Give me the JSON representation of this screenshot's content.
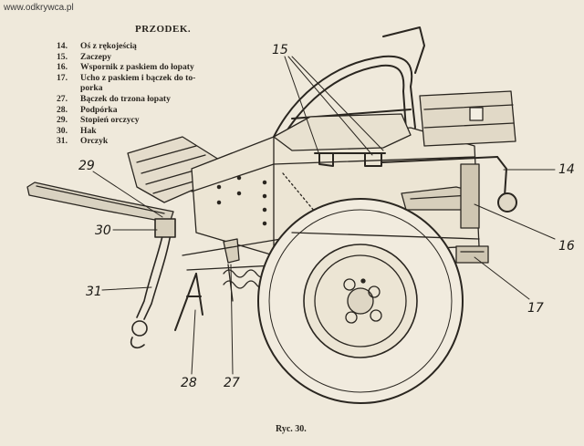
{
  "watermark": "www.odkrywca.pl",
  "heading": "PRZODEK.",
  "legend": [
    {
      "number": "14.",
      "text": "Oś z rękojeścią"
    },
    {
      "number": "15.",
      "text": "Zaczepy"
    },
    {
      "number": "16.",
      "text": "Wspornik z paskiem do łopaty"
    },
    {
      "number": "17.",
      "text": "Ucho z paskiem i bączek do to-"
    },
    {
      "number": "",
      "text": "porka"
    },
    {
      "number": "27.",
      "text": "Bączek do trzona łopaty"
    },
    {
      "number": "28.",
      "text": "Podpórka"
    },
    {
      "number": "29.",
      "text": "Stopień orczycy"
    },
    {
      "number": "30.",
      "text": "Hak"
    },
    {
      "number": "31.",
      "text": "Orczyk"
    }
  ],
  "callouts": {
    "c15": "15",
    "c14": "14",
    "c29": "29",
    "c30": "30",
    "c16": "16",
    "c31": "31",
    "c17": "17",
    "c28": "28",
    "c27": "27"
  },
  "caption": "Ryc. 30."
}
